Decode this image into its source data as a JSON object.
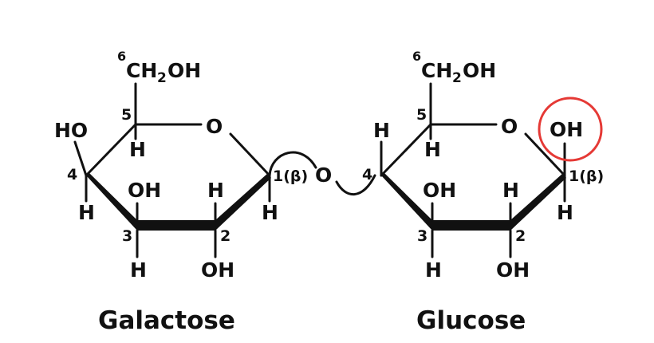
{
  "galactose": {
    "name": "Galactose",
    "c6_group": "CH",
    "c6_sub": "2",
    "c6_oh": "OH",
    "c6_num": "6",
    "ring_o": "O",
    "c1_label": "1(β)",
    "c1_h": "H",
    "c2_num": "2",
    "c2_h": "H",
    "c2_oh": "OH",
    "c3_num": "3",
    "c3_oh": "OH",
    "c3_h": "H",
    "c4_num": "4",
    "c4_ho": "HO",
    "c4_h": "H",
    "c5_num": "5",
    "c5_h": "H"
  },
  "glycosidic_o": "O",
  "glucose": {
    "name": "Glucose",
    "c6_group": "CH",
    "c6_sub": "2",
    "c6_oh": "OH",
    "c6_num": "6",
    "ring_o": "O",
    "c1_label": "1(β)",
    "c1_oh": "OH",
    "c1_h": "H",
    "c2_num": "2",
    "c2_h": "H",
    "c2_oh": "OH",
    "c3_num": "3",
    "c3_oh": "OH",
    "c3_h": "H",
    "c4_num": "4",
    "c4_h": "H",
    "c5_num": "5",
    "c5_h": "H"
  },
  "colors": {
    "ink": "#111111",
    "highlight_circle": "#e53935",
    "background": "#ffffff"
  }
}
